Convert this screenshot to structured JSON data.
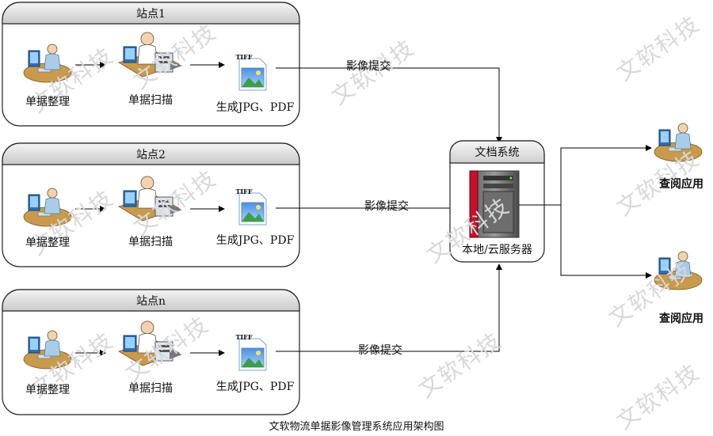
{
  "stations": [
    {
      "title": "站点1",
      "step1": "单据整理",
      "step2": "单据扫描",
      "step3": "生成JPG、PDF",
      "tiff": "TIFF",
      "submit": "影像提交"
    },
    {
      "title": "站点2",
      "step1": "单据整理",
      "step2": "单据扫描",
      "step3": "生成JPG、PDF",
      "tiff": "TIFF",
      "submit": "影像提交"
    },
    {
      "title": "站点n",
      "step1": "单据整理",
      "step2": "单据扫描",
      "step3": "生成JPG、PDF",
      "tiff": "TIFF",
      "submit": "影像提交"
    }
  ],
  "server": {
    "title": "文档系统",
    "label": "本地/云服务器"
  },
  "viewers": [
    {
      "label": "查阅应用"
    },
    {
      "label": "查阅应用"
    }
  ],
  "caption": "文软物流单据影像管理系统应用架构图",
  "watermark": "文软科技"
}
